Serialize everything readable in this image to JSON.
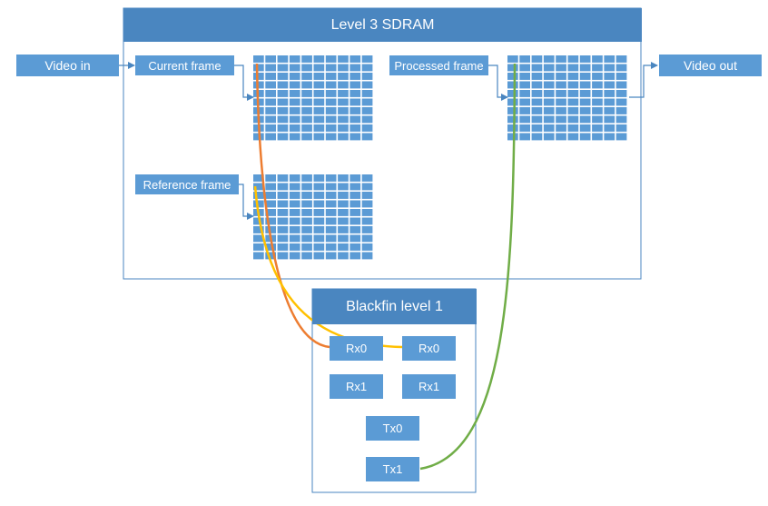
{
  "sdram": {
    "title": "Level 3 SDRAM"
  },
  "io": {
    "video_in": "Video in",
    "video_out": "Video out"
  },
  "frames": {
    "current": "Current frame",
    "reference": "Reference frame",
    "processed": "Processed frame"
  },
  "blackfin": {
    "title": "Blackfin level 1",
    "registers": {
      "rx0_left": "Rx0",
      "rx0_right": "Rx0",
      "rx1_left": "Rx1",
      "rx1_right": "Rx1",
      "tx0": "Tx0",
      "tx1": "Tx1"
    }
  },
  "colors": {
    "box_fill": "#5b9bd5",
    "header_fill": "#4a86c0",
    "container_border": "#4a86c0",
    "path_current_to_rx0": "#ed7d31",
    "path_reference_to_rx0": "#ffc000",
    "path_tx1_to_processed": "#70ad47"
  }
}
